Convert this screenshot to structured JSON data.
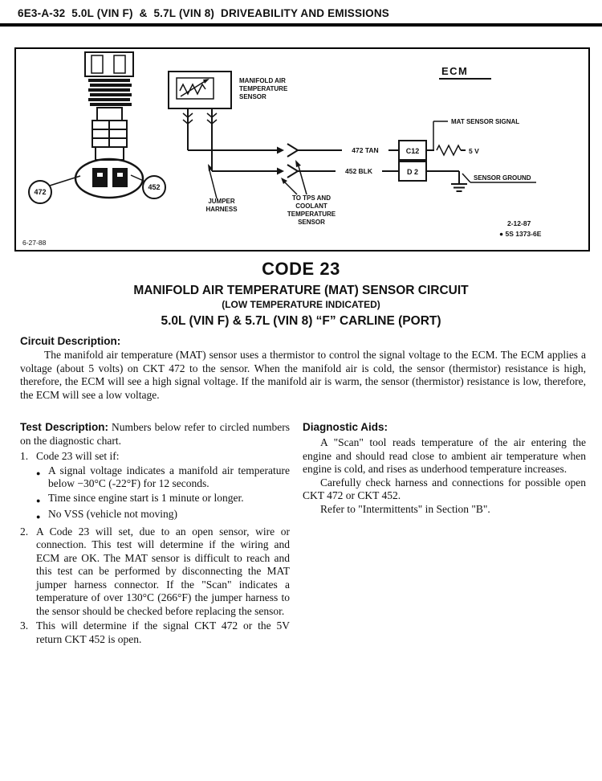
{
  "page": {
    "header": "6E3-A-32  5.0L (VIN F)  &  5.7L (VIN 8)  DRIVEABILITY AND EMISSIONS"
  },
  "titles": {
    "code": "CODE 23",
    "line1": "MANIFOLD AIR TEMPERATURE (MAT) SENSOR CIRCUIT",
    "line2": "(LOW TEMPERATURE INDICATED)",
    "line3": "5.0L (VIN F) & 5.7L (VIN 8) “F” CARLINE (PORT)"
  },
  "circuit_description": {
    "heading": "Circuit Description:",
    "body": "The manifold air temperature (MAT) sensor uses a thermistor to control the signal voltage to the ECM. The ECM applies a voltage (about 5 volts) on CKT 472 to the sensor. When the manifold air is cold, the sensor (thermistor) resistance is high, therefore, the ECM will see a high signal voltage. If the manifold air is warm, the sensor (thermistor) resistance is low, therefore, the ECM will see a low voltage."
  },
  "test_description": {
    "heading": "Test Description:",
    "intro": "Numbers below refer to circled numbers on the diagnostic chart.",
    "bullet_glyph": "●",
    "items": [
      {
        "num": "1.",
        "text": "Code 23 will set if:",
        "bullets": [
          "A signal voltage indicates a manifold air temperature below −30°C (-22°F) for 12 seconds.",
          "Time since engine start is 1 minute or longer.",
          "No VSS (vehicle not moving)"
        ]
      },
      {
        "num": "2.",
        "text": "A Code 23 will set, due to an open sensor, wire or connection. This test will determine if the wiring and ECM are OK. The MAT sensor is difficult to reach and this test can be performed by disconnecting the MAT jumper harness connector. If the \"Scan\" indicates a temperature of over 130°C (266°F) the jumper harness to the sensor should be checked before replacing the sensor."
      },
      {
        "num": "3.",
        "text": "This will determine if the signal CKT 472 or the 5V return CKT 452 is open."
      }
    ]
  },
  "diagnostic_aids": {
    "heading": "Diagnostic Aids:",
    "paragraphs": [
      "A \"Scan\" tool reads temperature of the air entering the engine and should read close to ambient air temperature when engine is cold, and rises as underhood temperature increases.",
      "Carefully check harness and connections for possible open CKT 472 or CKT 452.",
      "Refer to \"Intermittents\" in Section \"B\"."
    ]
  },
  "diagram": {
    "sensor_label": [
      "MANIFOLD AIR",
      "TEMPERATURE",
      "SENSOR"
    ],
    "ecm": "ECM",
    "mat_signal": "MAT SENSOR SIGNAL",
    "five_v": "5 V",
    "sensor_ground": "SENSOR GROUND",
    "pin_signal": "C12",
    "pin_ground": "D 2",
    "wire_signal": "472 TAN",
    "wire_ground": "452 BLK",
    "jumper": [
      "JUMPER",
      "HARNESS"
    ],
    "to_tps": [
      "TO TPS AND",
      "COOLANT",
      "TEMPERATURE",
      "SENSOR"
    ],
    "terminal_left": "472",
    "terminal_right": "452",
    "date_left": "6-27-88",
    "date_right": "2-12-87",
    "ref_number": "● 5S 1373-6E"
  }
}
